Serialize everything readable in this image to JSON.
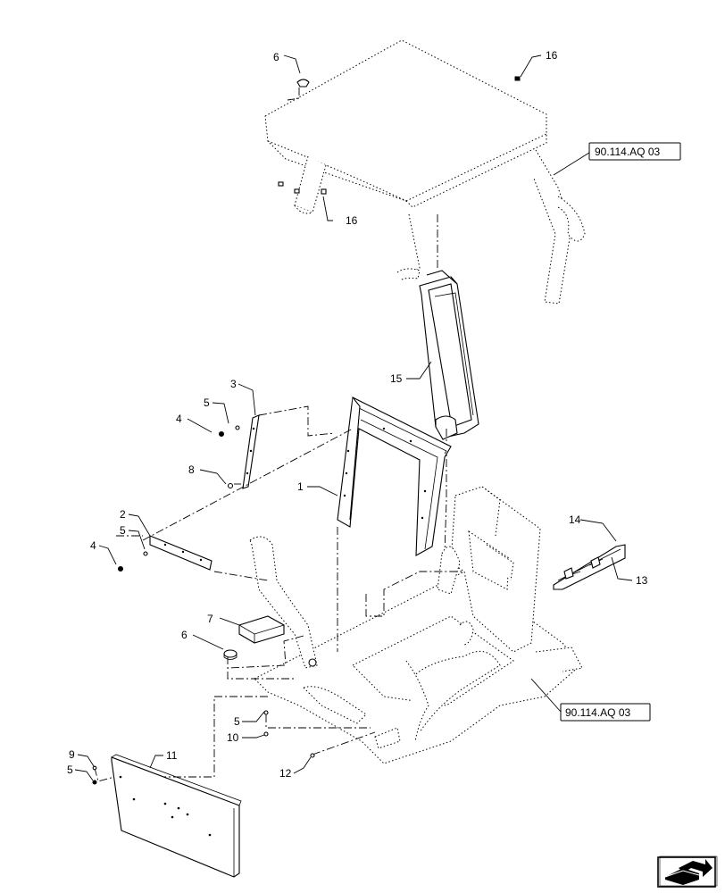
{
  "callouts": {
    "c1": "1",
    "c2": "2",
    "c3": "3",
    "c4a": "4",
    "c4b": "4",
    "c5a": "5",
    "c5b": "5",
    "c5c": "5",
    "c5d": "5",
    "c6a": "6",
    "c6b": "6",
    "c7": "7",
    "c8": "8",
    "c9": "9",
    "c10": "10",
    "c11": "11",
    "c12": "12",
    "c13": "13",
    "c14": "14",
    "c15": "15",
    "c16a": "16",
    "c16b": "16"
  },
  "references": {
    "ref_top": "90.114.AQ 03",
    "ref_bottom": "90.114.AQ 03"
  },
  "icons": {
    "nav": "arrow-box-icon"
  }
}
